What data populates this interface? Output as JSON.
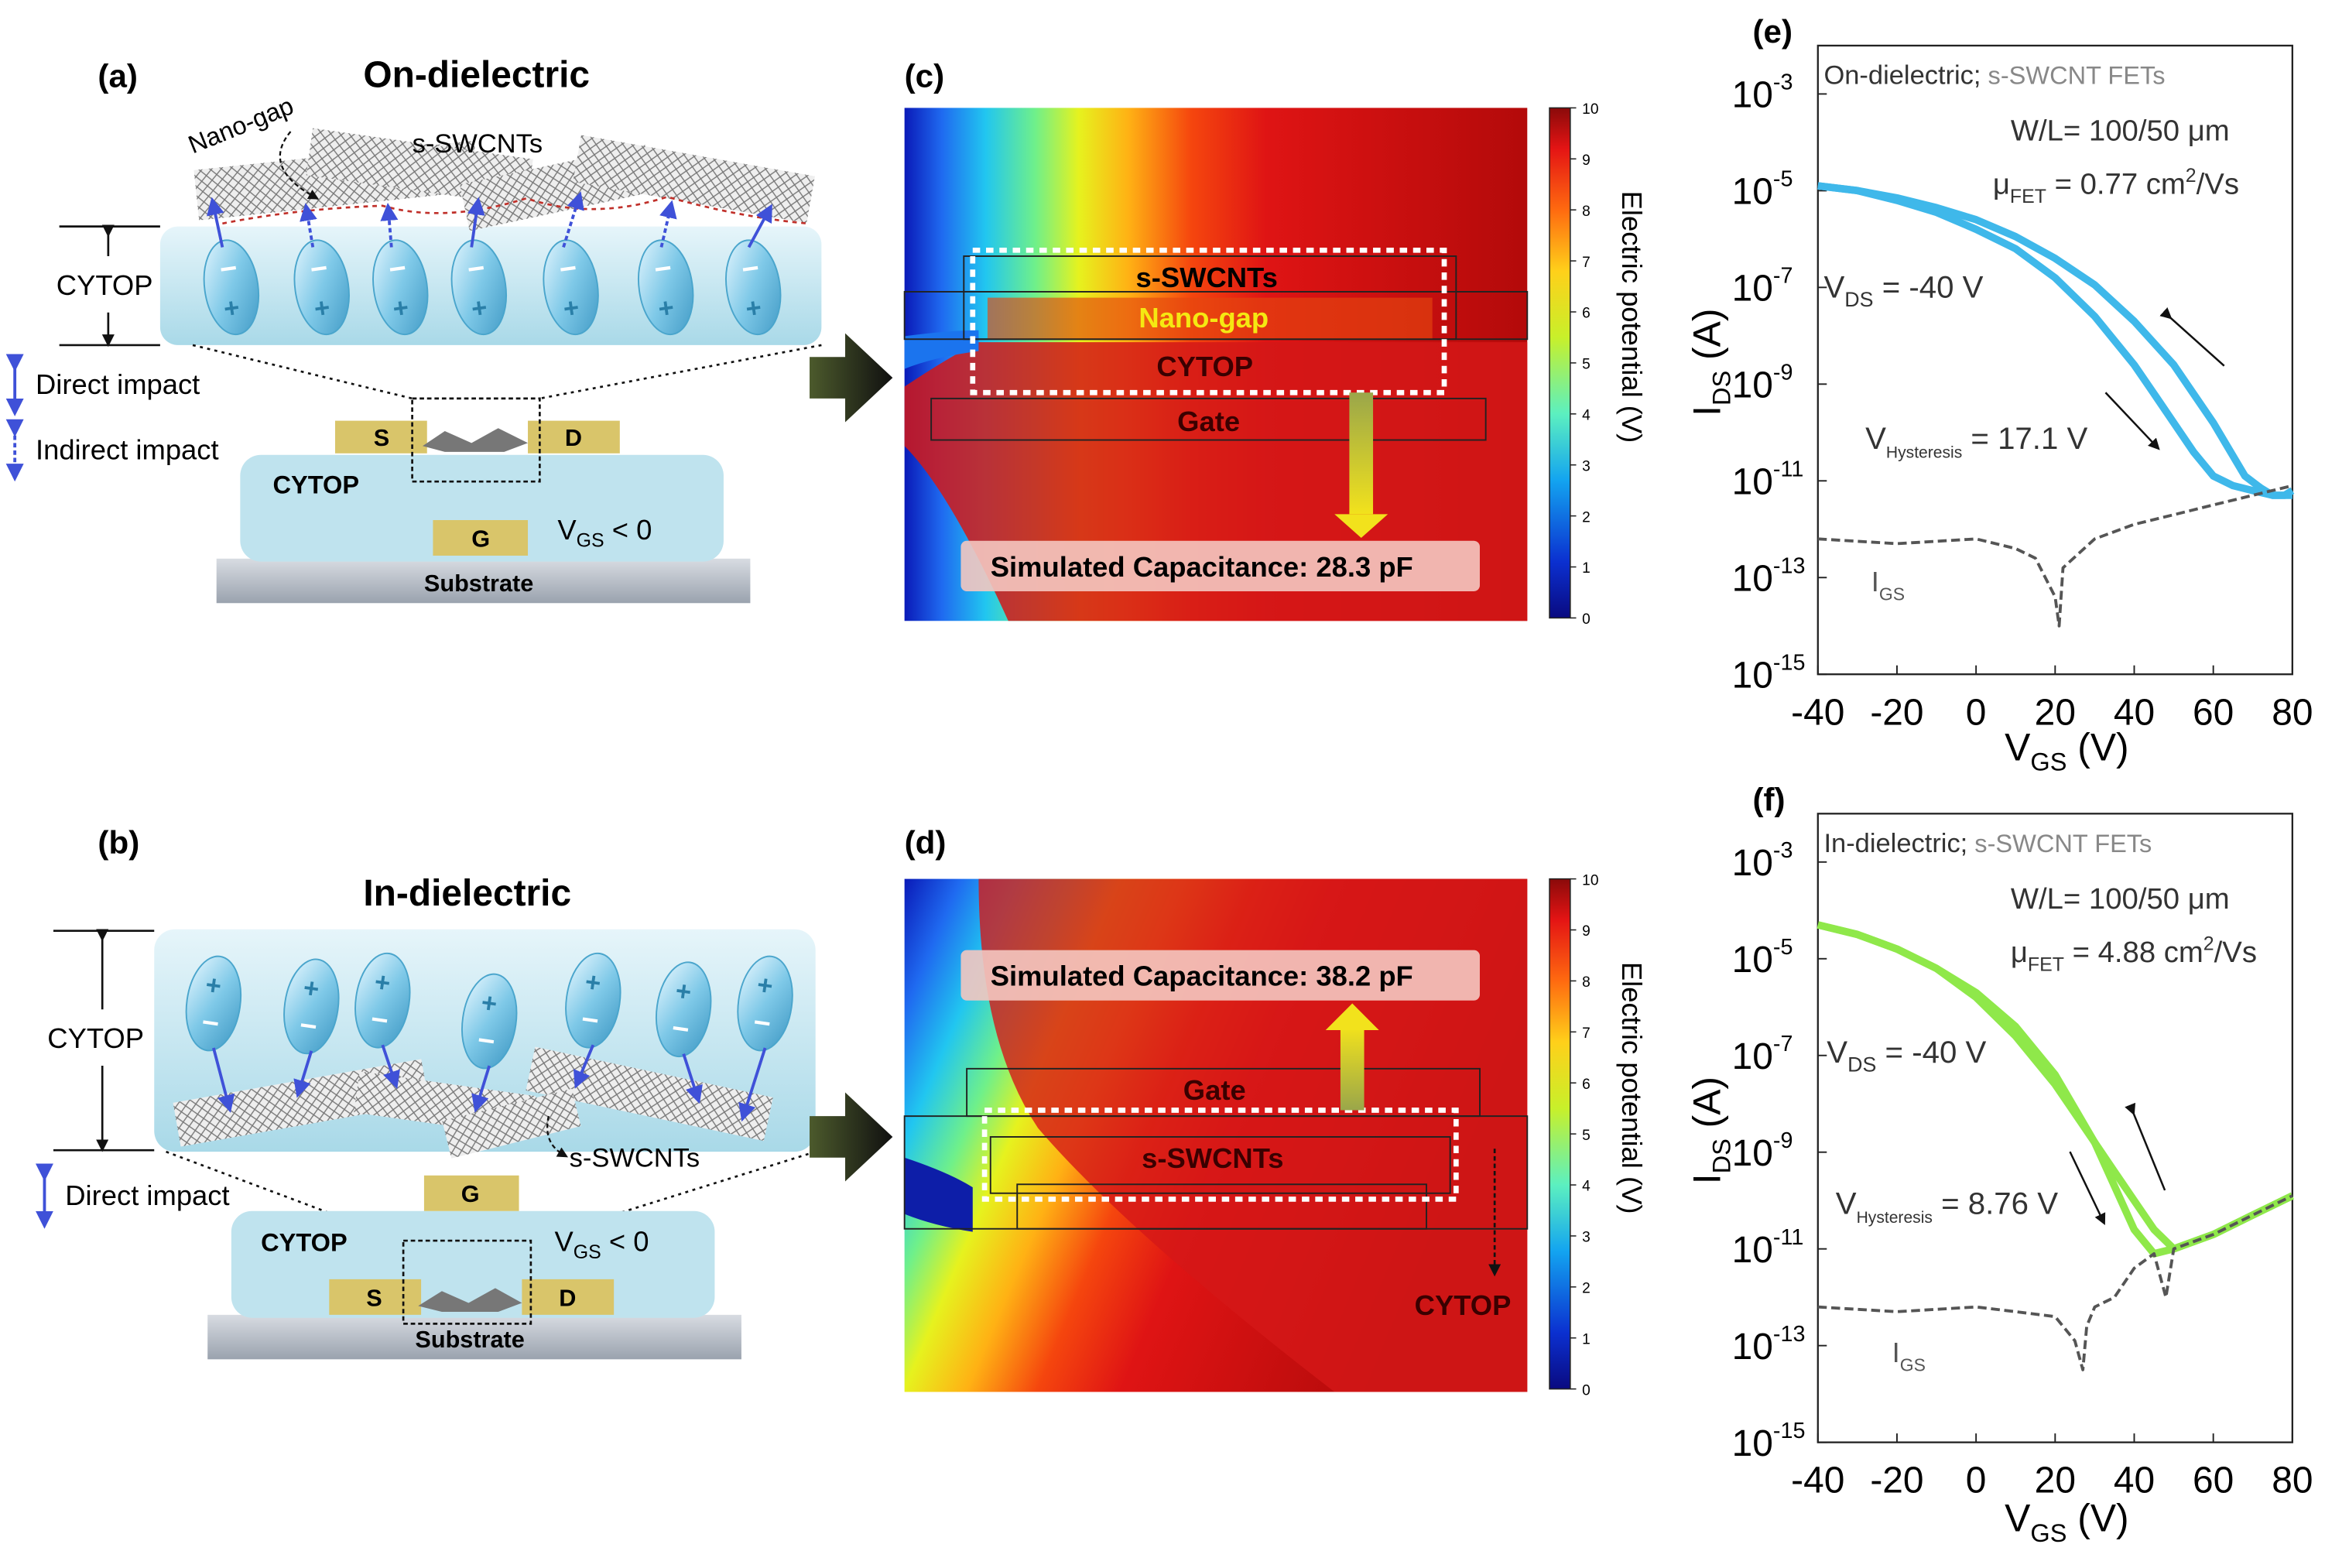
{
  "panels": {
    "a": {
      "letter": "(a)",
      "title": "On-dielectric",
      "nanogap": "Nano-gap",
      "swcnt": "s-SWCNTs",
      "cytop_side": "CYTOP",
      "legend_direct": "Direct impact",
      "legend_indirect": "Indirect impact",
      "source": "S",
      "drain": "D",
      "gate": "G",
      "cytop_dev": "CYTOP",
      "vgs_main": "V",
      "vgs_sub": "GS",
      "vgs_rest": " < 0",
      "substrate": "Substrate"
    },
    "b": {
      "letter": "(b)",
      "title": "In-dielectric",
      "cytop_side": "CYTOP",
      "swcnt": "s-SWCNTs",
      "legend_direct": "Direct impact",
      "gate": "G",
      "cytop_dev": "CYTOP",
      "vgs_main": "V",
      "vgs_sub": "GS",
      "vgs_rest": " < 0",
      "source": "S",
      "drain": "D",
      "substrate": "Substrate"
    },
    "c": {
      "letter": "(c)",
      "swcnt": "s-SWCNTs",
      "nanogap": "Nano-gap",
      "cytop": "CYTOP",
      "gate": "Gate",
      "capacitance": "Simulated Capacitance: 28.3 pF",
      "colorbar_title": "Electric potential (V)",
      "colorbar_ticks": [
        "10",
        "9",
        "8",
        "7",
        "6",
        "5",
        "4",
        "3",
        "2",
        "1",
        "0"
      ]
    },
    "d": {
      "letter": "(d)",
      "capacitance": "Simulated Capacitance: 38.2 pF",
      "gate": "Gate",
      "swcnt": "s-SWCNTs",
      "cytop": "CYTOP",
      "colorbar_title": "Electric potential (V)",
      "colorbar_ticks": [
        "10",
        "9",
        "8",
        "7",
        "6",
        "5",
        "4",
        "3",
        "2",
        "1",
        "0"
      ]
    }
  },
  "colors": {
    "on_curve": "#3fb8ea",
    "in_curve": "#8fe84a",
    "leak": "#555555",
    "cytop_fill": "#bfe3ee",
    "electrode": "#d9c56a"
  },
  "chart_data": [
    {
      "type": "line",
      "letter": "(e)",
      "title_main": "On-dielectric;",
      "title_sub": " s-SWCNT FETs",
      "wl": "W/L= 100/50 μm",
      "mu_main": "μ",
      "mu_sub": "FET",
      "mu_value": " = 0.77 cm",
      "mu_unit_sup": "2",
      "mu_unit_rest": "/Vs",
      "vds_sub": "DS",
      "vds_value": " = -40 V",
      "vhys_sub": "Hysteresis",
      "vhys_value": " = 17.1 V",
      "igs_sub": "GS",
      "xlabel_main": "V",
      "xlabel_sub": "GS",
      "xlabel_rest": " (V)",
      "ylabel_main": "I",
      "ylabel_sub": "DS",
      "ylabel_rest": " (A)",
      "xlim": [
        -40,
        80
      ],
      "ylim_exp": [
        -15,
        -2
      ],
      "x_ticks": [
        "-40",
        "-20",
        "0",
        "20",
        "40",
        "60",
        "80"
      ],
      "y_ticks": [
        -15,
        -13,
        -11,
        -9,
        -7,
        -5,
        -3
      ],
      "yscale": "log",
      "series": [
        {
          "role": "IDS forward",
          "x": [
            -40,
            -30,
            -20,
            -10,
            0,
            10,
            20,
            30,
            40,
            50,
            60,
            68,
            72,
            75,
            78,
            80
          ],
          "y": [
            -4.9,
            -5.0,
            -5.15,
            -5.35,
            -5.6,
            -5.95,
            -6.4,
            -6.95,
            -7.7,
            -8.6,
            -9.8,
            -10.9,
            -11.15,
            -11.3,
            -11.3,
            -11.2
          ]
        },
        {
          "role": "IDS reverse",
          "x": [
            80,
            75,
            70,
            65,
            60,
            55,
            50,
            45,
            40,
            30,
            20,
            10,
            0,
            -10,
            -20,
            -30,
            -40
          ],
          "y": [
            -11.3,
            -11.3,
            -11.2,
            -11.1,
            -10.9,
            -10.4,
            -9.8,
            -9.2,
            -8.6,
            -7.6,
            -6.8,
            -6.2,
            -5.8,
            -5.45,
            -5.2,
            -5.0,
            -4.9
          ]
        },
        {
          "role": "IGS",
          "x": [
            -40,
            -20,
            0,
            10,
            15,
            20,
            21,
            22,
            30,
            40,
            50,
            60,
            70,
            80
          ],
          "y": [
            -12.2,
            -12.3,
            -12.2,
            -12.4,
            -12.6,
            -13.4,
            -14.0,
            -12.8,
            -12.2,
            -11.9,
            -11.7,
            -11.5,
            -11.3,
            -11.1
          ]
        }
      ]
    },
    {
      "type": "line",
      "letter": "(f)",
      "title_main": "In-dielectric;",
      "title_sub": " s-SWCNT FETs",
      "wl": "W/L= 100/50 μm",
      "mu_main": "μ",
      "mu_sub": "FET",
      "mu_value": " = 4.88 cm",
      "mu_unit_sup": "2",
      "mu_unit_rest": "/Vs",
      "vds_sub": "DS",
      "vds_value": " = -40 V",
      "vhys_sub": "Hysteresis",
      "vhys_value": " = 8.76 V",
      "igs_sub": "GS",
      "xlabel_main": "V",
      "xlabel_sub": "GS",
      "xlabel_rest": " (V)",
      "ylabel_main": "I",
      "ylabel_sub": "DS",
      "ylabel_rest": " (A)",
      "xlim": [
        -40,
        80
      ],
      "ylim_exp": [
        -15,
        -2
      ],
      "x_ticks": [
        "-40",
        "-20",
        "0",
        "20",
        "40",
        "60",
        "80"
      ],
      "y_ticks": [
        -15,
        -13,
        -11,
        -9,
        -7,
        -5,
        -3
      ],
      "yscale": "log",
      "series": [
        {
          "role": "IDS forward",
          "x": [
            -40,
            -30,
            -20,
            -10,
            0,
            10,
            20,
            30,
            40,
            45,
            50,
            60,
            70,
            80
          ],
          "y": [
            -4.3,
            -4.5,
            -4.8,
            -5.2,
            -5.7,
            -6.4,
            -7.4,
            -8.8,
            -10.6,
            -11.1,
            -11.0,
            -10.7,
            -10.3,
            -9.9
          ]
        },
        {
          "role": "IDS reverse",
          "x": [
            80,
            70,
            60,
            50,
            45,
            40,
            35,
            30,
            20,
            10,
            0,
            -10,
            -20,
            -30,
            -40
          ],
          "y": [
            -9.9,
            -10.3,
            -10.7,
            -11.0,
            -10.6,
            -10.0,
            -9.4,
            -8.8,
            -7.6,
            -6.6,
            -5.8,
            -5.2,
            -4.8,
            -4.5,
            -4.3
          ]
        },
        {
          "role": "IGS",
          "x": [
            -40,
            -20,
            0,
            10,
            20,
            25,
            27,
            28,
            30,
            35,
            40,
            45,
            48,
            50,
            60,
            70,
            80
          ],
          "y": [
            -12.2,
            -12.3,
            -12.2,
            -12.3,
            -12.4,
            -12.9,
            -13.5,
            -12.6,
            -12.2,
            -12.0,
            -11.4,
            -11.1,
            -12.0,
            -11.0,
            -10.7,
            -10.3,
            -9.9
          ]
        }
      ]
    }
  ]
}
